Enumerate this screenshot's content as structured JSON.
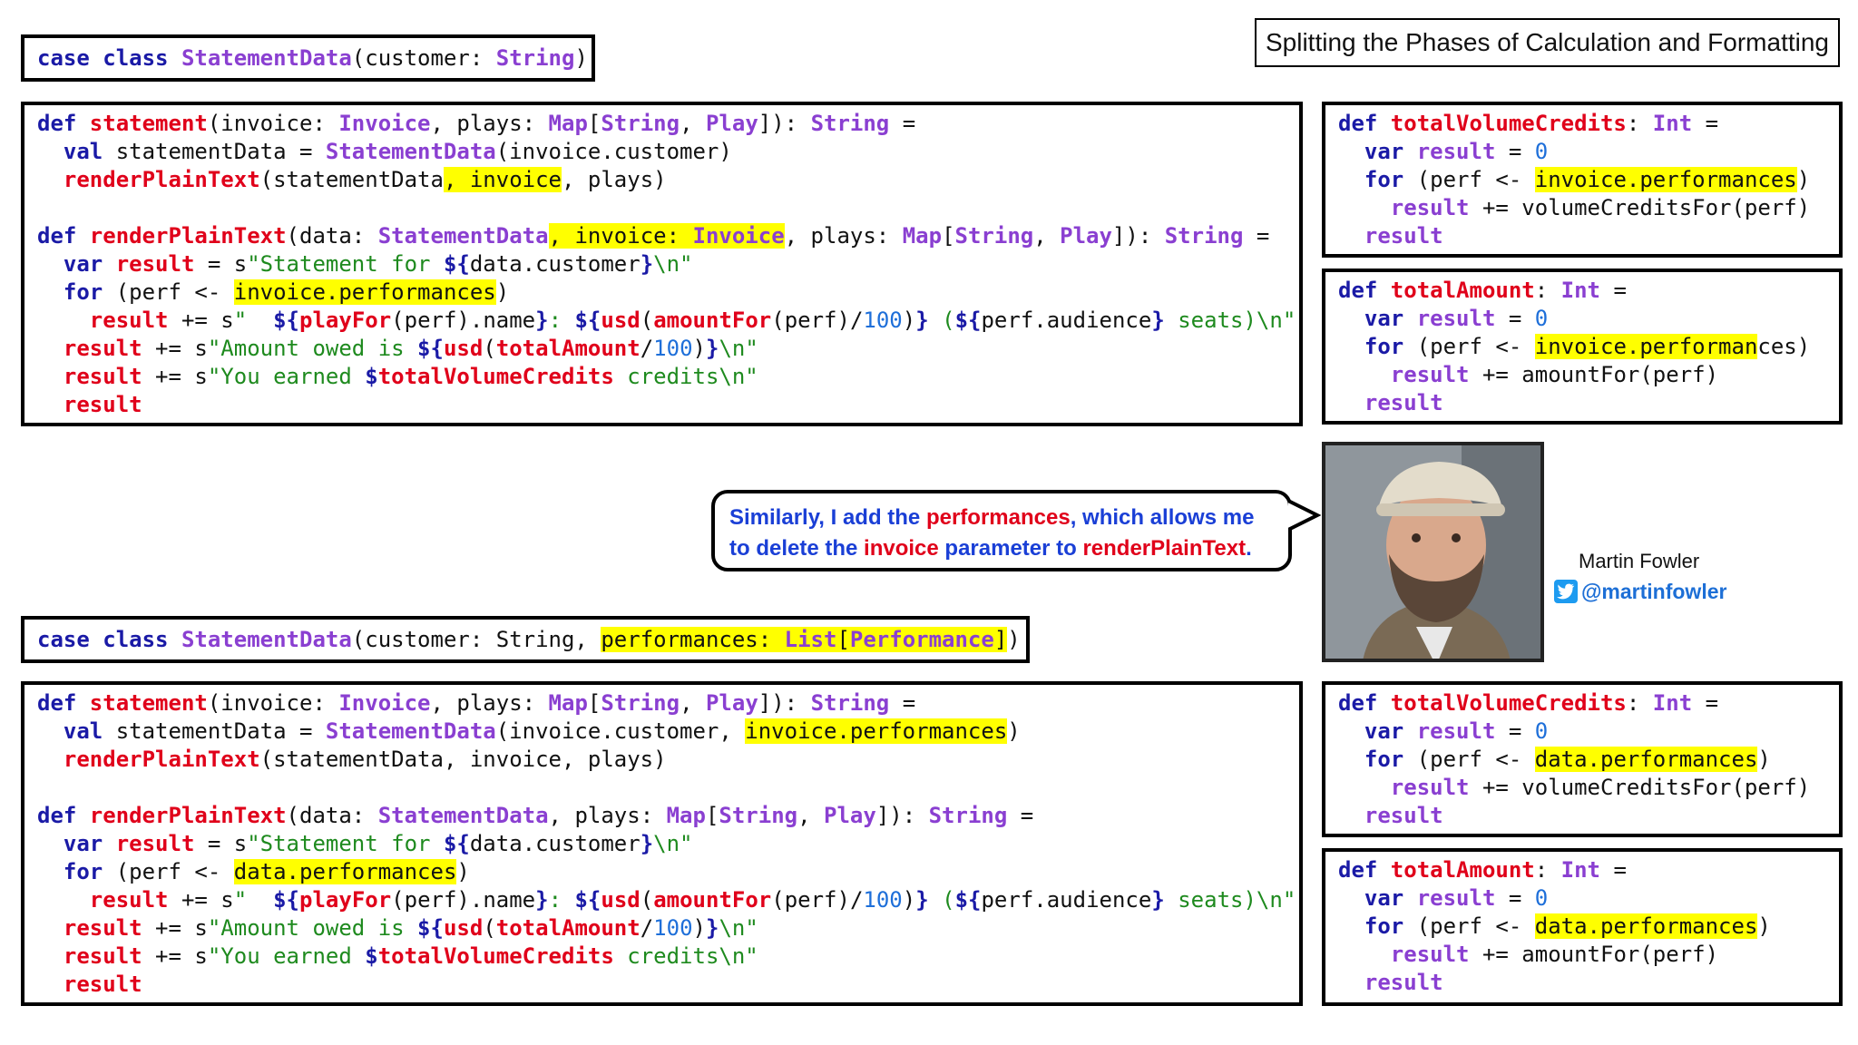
{
  "slide_title": "Splitting the Phases of Calculation and Formatting",
  "speaker": {
    "name": "Martin Fowler",
    "handle": "@martinfowler"
  },
  "bubble": {
    "parts": [
      {
        "text": "Similarly, I add the ",
        "color": "blue"
      },
      {
        "text": "performances",
        "color": "red"
      },
      {
        "text": ", which allows me",
        "color": "blue"
      },
      {
        "text": "to delete the ",
        "color": "blue"
      },
      {
        "text": "invoice",
        "color": "red"
      },
      {
        "text": " parameter to ",
        "color": "blue"
      },
      {
        "text": "renderPlainText",
        "color": "red"
      },
      {
        "text": ".",
        "color": "blue"
      }
    ]
  },
  "code": {
    "top_case": [
      [
        [
          "k",
          "case class "
        ],
        [
          "ty",
          "StatementData"
        ],
        [
          "",
          "(customer: "
        ],
        [
          "ty",
          "String"
        ],
        [
          "",
          ")"
        ]
      ]
    ],
    "top_main": [
      [
        [
          "k",
          "def "
        ],
        [
          "fn",
          "statement"
        ],
        [
          "",
          "(invoice: "
        ],
        [
          "ty",
          "Invoice"
        ],
        [
          "",
          ", plays: "
        ],
        [
          "ty",
          "Map"
        ],
        [
          "",
          "["
        ],
        [
          "ty",
          "String"
        ],
        [
          "",
          ", "
        ],
        [
          "ty",
          "Play"
        ],
        [
          "",
          "]): "
        ],
        [
          "ty",
          "String"
        ],
        [
          "",
          " ="
        ]
      ],
      [
        [
          "",
          "  "
        ],
        [
          "k",
          "val "
        ],
        [
          "",
          "statementData = "
        ],
        [
          "ty",
          "StatementData"
        ],
        [
          "",
          "(invoice.customer)"
        ]
      ],
      [
        [
          "",
          "  "
        ],
        [
          "fn",
          "renderPlainText"
        ],
        [
          "",
          "(statementData"
        ],
        [
          "hl",
          ", invoice"
        ],
        [
          "",
          ", plays)"
        ]
      ],
      [],
      [
        [
          "k",
          "def "
        ],
        [
          "fn",
          "renderPlainText"
        ],
        [
          "",
          "(data: "
        ],
        [
          "ty",
          "StatementData"
        ],
        [
          "hl",
          ", invoice: "
        ],
        [
          "hlty",
          "Invoice"
        ],
        [
          "",
          ", plays: "
        ],
        [
          "ty",
          "Map"
        ],
        [
          "",
          "["
        ],
        [
          "ty",
          "String"
        ],
        [
          "",
          ", "
        ],
        [
          "ty",
          "Play"
        ],
        [
          "",
          "]): "
        ],
        [
          "ty",
          "String"
        ],
        [
          "",
          " ="
        ]
      ],
      [
        [
          "",
          "  "
        ],
        [
          "k",
          "var "
        ],
        [
          "fn",
          "result"
        ],
        [
          "",
          " = s"
        ],
        [
          "st",
          "\"Statement for "
        ],
        [
          "sp",
          "${"
        ],
        [
          "",
          "data.customer"
        ],
        [
          "sp",
          "}"
        ],
        [
          "st",
          "\\n\""
        ]
      ],
      [
        [
          "",
          "  "
        ],
        [
          "k",
          "for "
        ],
        [
          "",
          "(perf <- "
        ],
        [
          "hl",
          "invoice.performances"
        ],
        [
          "",
          ")"
        ]
      ],
      [
        [
          "",
          "    "
        ],
        [
          "fn",
          "result"
        ],
        [
          "",
          " += s"
        ],
        [
          "st",
          "\"  "
        ],
        [
          "sp",
          "${"
        ],
        [
          "fn",
          "playFor"
        ],
        [
          "",
          "(perf).name"
        ],
        [
          "sp",
          "}"
        ],
        [
          "st",
          ": "
        ],
        [
          "sp",
          "${"
        ],
        [
          "fn",
          "usd"
        ],
        [
          "",
          "("
        ],
        [
          "fn",
          "amountFor"
        ],
        [
          "",
          "(perf)/"
        ],
        [
          "nu",
          "100"
        ],
        [
          "",
          ")"
        ],
        [
          "sp",
          "}"
        ],
        [
          "st",
          " ("
        ],
        [
          "sp",
          "${"
        ],
        [
          "",
          "perf.audience"
        ],
        [
          "sp",
          "}"
        ],
        [
          "st",
          " seats)\\n\""
        ]
      ],
      [
        [
          "",
          "  "
        ],
        [
          "fn",
          "result"
        ],
        [
          "",
          " += s"
        ],
        [
          "st",
          "\"Amount owed is "
        ],
        [
          "sp",
          "${"
        ],
        [
          "fn",
          "usd"
        ],
        [
          "",
          "("
        ],
        [
          "fn",
          "totalAmount"
        ],
        [
          "",
          "/"
        ],
        [
          "nu",
          "100"
        ],
        [
          "",
          ")"
        ],
        [
          "sp",
          "}"
        ],
        [
          "st",
          "\\n\""
        ]
      ],
      [
        [
          "",
          "  "
        ],
        [
          "fn",
          "result"
        ],
        [
          "",
          " += s"
        ],
        [
          "st",
          "\"You earned "
        ],
        [
          "sp",
          "$"
        ],
        [
          "fn",
          "totalVolumeCredits"
        ],
        [
          "st",
          " credits\\n\""
        ]
      ],
      [
        [
          "",
          "  "
        ],
        [
          "fn",
          "result"
        ]
      ]
    ],
    "top_tvc": [
      [
        [
          "k",
          "def "
        ],
        [
          "fn",
          "totalVolumeCredits"
        ],
        [
          "",
          ": "
        ],
        [
          "ty",
          "Int"
        ],
        [
          "",
          " ="
        ]
      ],
      [
        [
          "",
          "  "
        ],
        [
          "k",
          "var "
        ],
        [
          "ty",
          "result"
        ],
        [
          "",
          " = "
        ],
        [
          "nu",
          "0"
        ]
      ],
      [
        [
          "",
          "  "
        ],
        [
          "k",
          "for "
        ],
        [
          "",
          "(perf <- "
        ],
        [
          "hl",
          "invoice.performances"
        ],
        [
          "",
          ")"
        ]
      ],
      [
        [
          "",
          "    "
        ],
        [
          "ty",
          "result"
        ],
        [
          "",
          " += volumeCreditsFor(perf)"
        ]
      ],
      [
        [
          "",
          "  "
        ],
        [
          "ty",
          "result"
        ]
      ]
    ],
    "top_ta": [
      [
        [
          "k",
          "def "
        ],
        [
          "fn",
          "totalAmount"
        ],
        [
          "",
          ": "
        ],
        [
          "ty",
          "Int"
        ],
        [
          "",
          " ="
        ]
      ],
      [
        [
          "",
          "  "
        ],
        [
          "k",
          "var "
        ],
        [
          "ty",
          "result"
        ],
        [
          "",
          " = "
        ],
        [
          "nu",
          "0"
        ]
      ],
      [
        [
          "",
          "  "
        ],
        [
          "k",
          "for "
        ],
        [
          "",
          "(perf <- "
        ],
        [
          "hl",
          "invoice.performan"
        ],
        [
          "",
          "ces)"
        ]
      ],
      [
        [
          "",
          "    "
        ],
        [
          "ty",
          "result"
        ],
        [
          "",
          " += amountFor(perf)"
        ]
      ],
      [
        [
          "",
          "  "
        ],
        [
          "ty",
          "result"
        ]
      ]
    ],
    "bottom_case": [
      [
        [
          "k",
          "case class "
        ],
        [
          "ty",
          "StatementData"
        ],
        [
          "",
          "(customer: String, "
        ],
        [
          "hl",
          "performances: "
        ],
        [
          "hlty",
          "List"
        ],
        [
          "hl",
          "["
        ],
        [
          "hlty",
          "Performance"
        ],
        [
          "hl",
          "]"
        ],
        [
          "",
          ")"
        ]
      ]
    ],
    "bottom_main": [
      [
        [
          "k",
          "def "
        ],
        [
          "fn",
          "statement"
        ],
        [
          "",
          "(invoice: "
        ],
        [
          "ty",
          "Invoice"
        ],
        [
          "",
          ", plays: "
        ],
        [
          "ty",
          "Map"
        ],
        [
          "",
          "["
        ],
        [
          "ty",
          "String"
        ],
        [
          "",
          ", "
        ],
        [
          "ty",
          "Play"
        ],
        [
          "",
          "]): "
        ],
        [
          "ty",
          "String"
        ],
        [
          "",
          " ="
        ]
      ],
      [
        [
          "",
          "  "
        ],
        [
          "k",
          "val "
        ],
        [
          "",
          "statementData = "
        ],
        [
          "ty",
          "StatementData"
        ],
        [
          "",
          "(invoice.customer, "
        ],
        [
          "hl",
          "invoice.performances"
        ],
        [
          "",
          ")"
        ]
      ],
      [
        [
          "",
          "  "
        ],
        [
          "fn",
          "renderPlainText"
        ],
        [
          "",
          "(statementData, invoice, plays)"
        ]
      ],
      [],
      [
        [
          "k",
          "def "
        ],
        [
          "fn",
          "renderPlainText"
        ],
        [
          "",
          "(data: "
        ],
        [
          "ty",
          "StatementData"
        ],
        [
          "",
          ", plays: "
        ],
        [
          "ty",
          "Map"
        ],
        [
          "",
          "["
        ],
        [
          "ty",
          "String"
        ],
        [
          "",
          ", "
        ],
        [
          "ty",
          "Play"
        ],
        [
          "",
          "]): "
        ],
        [
          "ty",
          "String"
        ],
        [
          "",
          " ="
        ]
      ],
      [
        [
          "",
          "  "
        ],
        [
          "k",
          "var "
        ],
        [
          "fn",
          "result"
        ],
        [
          "",
          " = s"
        ],
        [
          "st",
          "\"Statement for "
        ],
        [
          "sp",
          "${"
        ],
        [
          "",
          "data.customer"
        ],
        [
          "sp",
          "}"
        ],
        [
          "st",
          "\\n\""
        ]
      ],
      [
        [
          "",
          "  "
        ],
        [
          "k",
          "for "
        ],
        [
          "",
          "(perf <- "
        ],
        [
          "hl",
          "data.performances"
        ],
        [
          "",
          ")"
        ]
      ],
      [
        [
          "",
          "    "
        ],
        [
          "fn",
          "result"
        ],
        [
          "",
          " += s"
        ],
        [
          "st",
          "\"  "
        ],
        [
          "sp",
          "${"
        ],
        [
          "fn",
          "playFor"
        ],
        [
          "",
          "(perf).name"
        ],
        [
          "sp",
          "}"
        ],
        [
          "st",
          ": "
        ],
        [
          "sp",
          "${"
        ],
        [
          "fn",
          "usd"
        ],
        [
          "",
          "("
        ],
        [
          "fn",
          "amountFor"
        ],
        [
          "",
          "(perf)/"
        ],
        [
          "nu",
          "100"
        ],
        [
          "",
          ")"
        ],
        [
          "sp",
          "}"
        ],
        [
          "st",
          " ("
        ],
        [
          "sp",
          "${"
        ],
        [
          "",
          "perf.audience"
        ],
        [
          "sp",
          "}"
        ],
        [
          "st",
          " seats)\\n\""
        ]
      ],
      [
        [
          "",
          "  "
        ],
        [
          "fn",
          "result"
        ],
        [
          "",
          " += s"
        ],
        [
          "st",
          "\"Amount owed is "
        ],
        [
          "sp",
          "${"
        ],
        [
          "fn",
          "usd"
        ],
        [
          "",
          "("
        ],
        [
          "fn",
          "totalAmount"
        ],
        [
          "",
          "/"
        ],
        [
          "nu",
          "100"
        ],
        [
          "",
          ")"
        ],
        [
          "sp",
          "}"
        ],
        [
          "st",
          "\\n\""
        ]
      ],
      [
        [
          "",
          "  "
        ],
        [
          "fn",
          "result"
        ],
        [
          "",
          " += s"
        ],
        [
          "st",
          "\"You earned "
        ],
        [
          "sp",
          "$"
        ],
        [
          "fn",
          "totalVolumeCredits"
        ],
        [
          "st",
          " credits\\n\""
        ]
      ],
      [
        [
          "",
          "  "
        ],
        [
          "fn",
          "result"
        ]
      ]
    ],
    "bottom_tvc": [
      [
        [
          "k",
          "def "
        ],
        [
          "fn",
          "totalVolumeCredits"
        ],
        [
          "",
          ": "
        ],
        [
          "ty",
          "Int"
        ],
        [
          "",
          " ="
        ]
      ],
      [
        [
          "",
          "  "
        ],
        [
          "k",
          "var "
        ],
        [
          "ty",
          "result"
        ],
        [
          "",
          " = "
        ],
        [
          "nu",
          "0"
        ]
      ],
      [
        [
          "",
          "  "
        ],
        [
          "k",
          "for "
        ],
        [
          "",
          "(perf <- "
        ],
        [
          "hl",
          "data.performances"
        ],
        [
          "",
          ")"
        ]
      ],
      [
        [
          "",
          "    "
        ],
        [
          "ty",
          "result"
        ],
        [
          "",
          " += volumeCreditsFor(perf)"
        ]
      ],
      [
        [
          "",
          "  "
        ],
        [
          "ty",
          "result"
        ]
      ]
    ],
    "bottom_ta": [
      [
        [
          "k",
          "def "
        ],
        [
          "fn",
          "totalAmount"
        ],
        [
          "",
          ": "
        ],
        [
          "ty",
          "Int"
        ],
        [
          "",
          " ="
        ]
      ],
      [
        [
          "",
          "  "
        ],
        [
          "k",
          "var "
        ],
        [
          "ty",
          "result"
        ],
        [
          "",
          " = "
        ],
        [
          "nu",
          "0"
        ]
      ],
      [
        [
          "",
          "  "
        ],
        [
          "k",
          "for "
        ],
        [
          "",
          "(perf <- "
        ],
        [
          "hl",
          "data.performances"
        ],
        [
          "",
          ")"
        ]
      ],
      [
        [
          "",
          "    "
        ],
        [
          "ty",
          "result"
        ],
        [
          "",
          " += amountFor(perf)"
        ]
      ],
      [
        [
          "",
          "  "
        ],
        [
          "ty",
          "result"
        ]
      ]
    ]
  }
}
